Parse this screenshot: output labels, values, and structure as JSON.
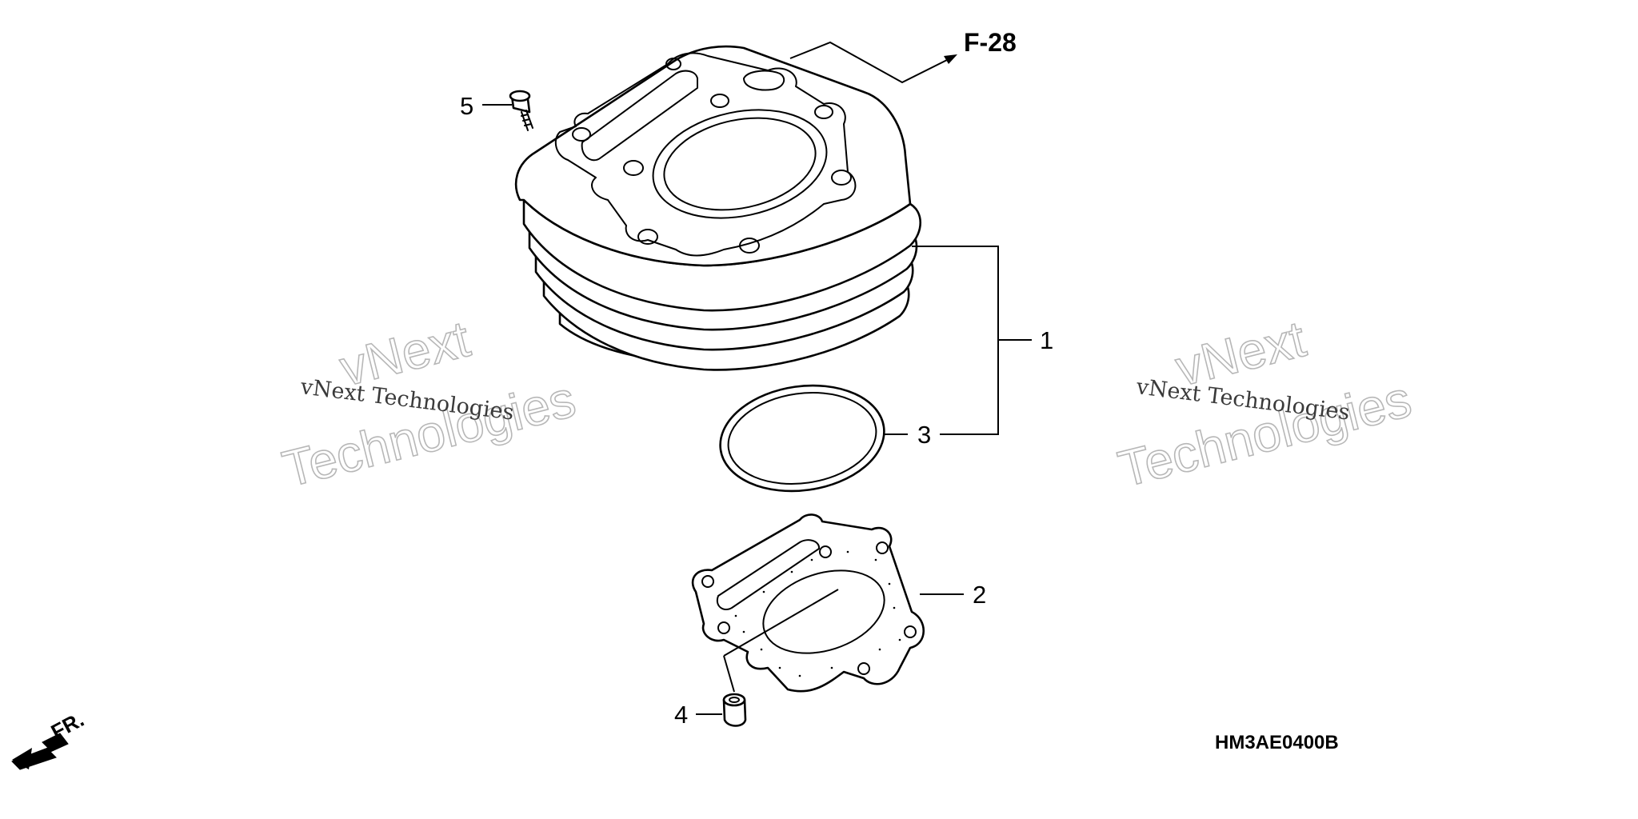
{
  "callouts": {
    "c1": "1",
    "c2": "2",
    "c3": "3",
    "c4": "4",
    "c5": "5"
  },
  "reference_label": "F-28",
  "front_label": "FR.",
  "diagram_code": "HM3AE0400B",
  "watermark": {
    "small_text": "vNext Technologies",
    "large_line1": "vNext",
    "large_line2": "Technologies"
  }
}
